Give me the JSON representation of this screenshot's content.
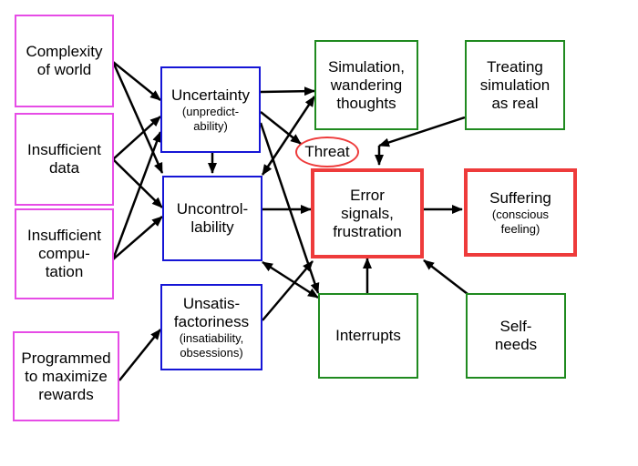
{
  "nodes": {
    "complexity": {
      "text": "Complexity\nof world"
    },
    "insufficient_data": {
      "text": "Insufficient\ndata"
    },
    "insufficient_computation": {
      "text": "Insufficient\ncompu-\ntation"
    },
    "programmed": {
      "text": "Programmed\nto maximize\nrewards"
    },
    "uncertainty": {
      "text": "Uncertainty",
      "sub": "(unpredict-\nability)"
    },
    "uncontrollability": {
      "text": "Uncontrol-\nlability"
    },
    "unsatisfactoriness": {
      "text": "Unsatis-\nfactoriness",
      "sub": "(insatiability,\nobsessions)"
    },
    "simulation": {
      "text": "Simulation,\nwandering\nthoughts"
    },
    "treating": {
      "text": "Treating\nsimulation\nas real"
    },
    "error": {
      "text": "Error\nsignals,\nfrustration"
    },
    "suffering": {
      "text": "Suffering",
      "sub": "(conscious\nfeeling)"
    },
    "interrupts": {
      "text": "Interrupts"
    },
    "self_needs": {
      "text": "Self-\nneeds"
    },
    "threat": {
      "text": "Threat"
    }
  },
  "colors": {
    "source": "#e64ce6",
    "mechanism": "#1515d6",
    "process": "#1f8a1f",
    "outcome": "#ee3b3b"
  }
}
